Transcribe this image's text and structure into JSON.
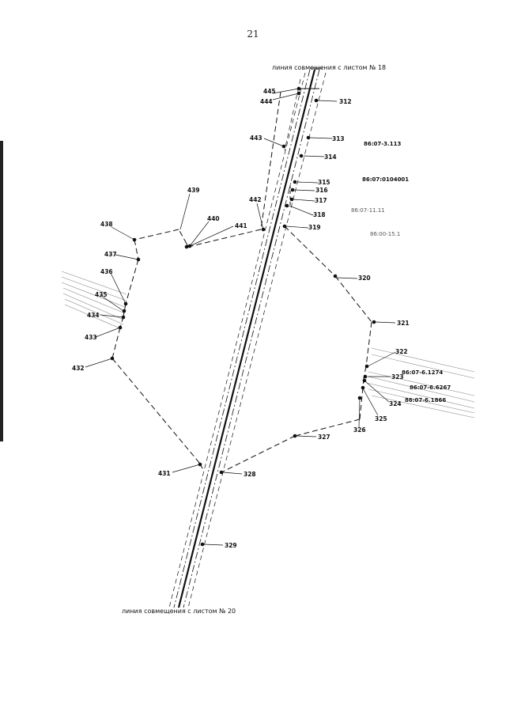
{
  "page_number": "21",
  "map": {
    "match_line_top": "линия совмещения с листом № 18",
    "match_line_bottom": "линия совмещения с листом № 20",
    "points": [
      "445",
      "444",
      "312",
      "443",
      "313",
      "314",
      "315",
      "316",
      "317",
      "318",
      "319",
      "442",
      "439",
      "440",
      "441",
      "438",
      "437",
      "436",
      "435",
      "434",
      "433",
      "432",
      "320",
      "321",
      "322",
      "323",
      "324",
      "325",
      "326",
      "327",
      "328",
      "329",
      "431"
    ],
    "cadastral_labels": [
      "86:07-3.113",
      "86:07:0104001",
      "86:07-11.11",
      "86:00-15.1",
      "86:07-6.1274",
      "86:07-6.6267",
      "86:07-6.1866"
    ],
    "colors": {
      "line": "#111111",
      "hatch": "#888888"
    }
  }
}
